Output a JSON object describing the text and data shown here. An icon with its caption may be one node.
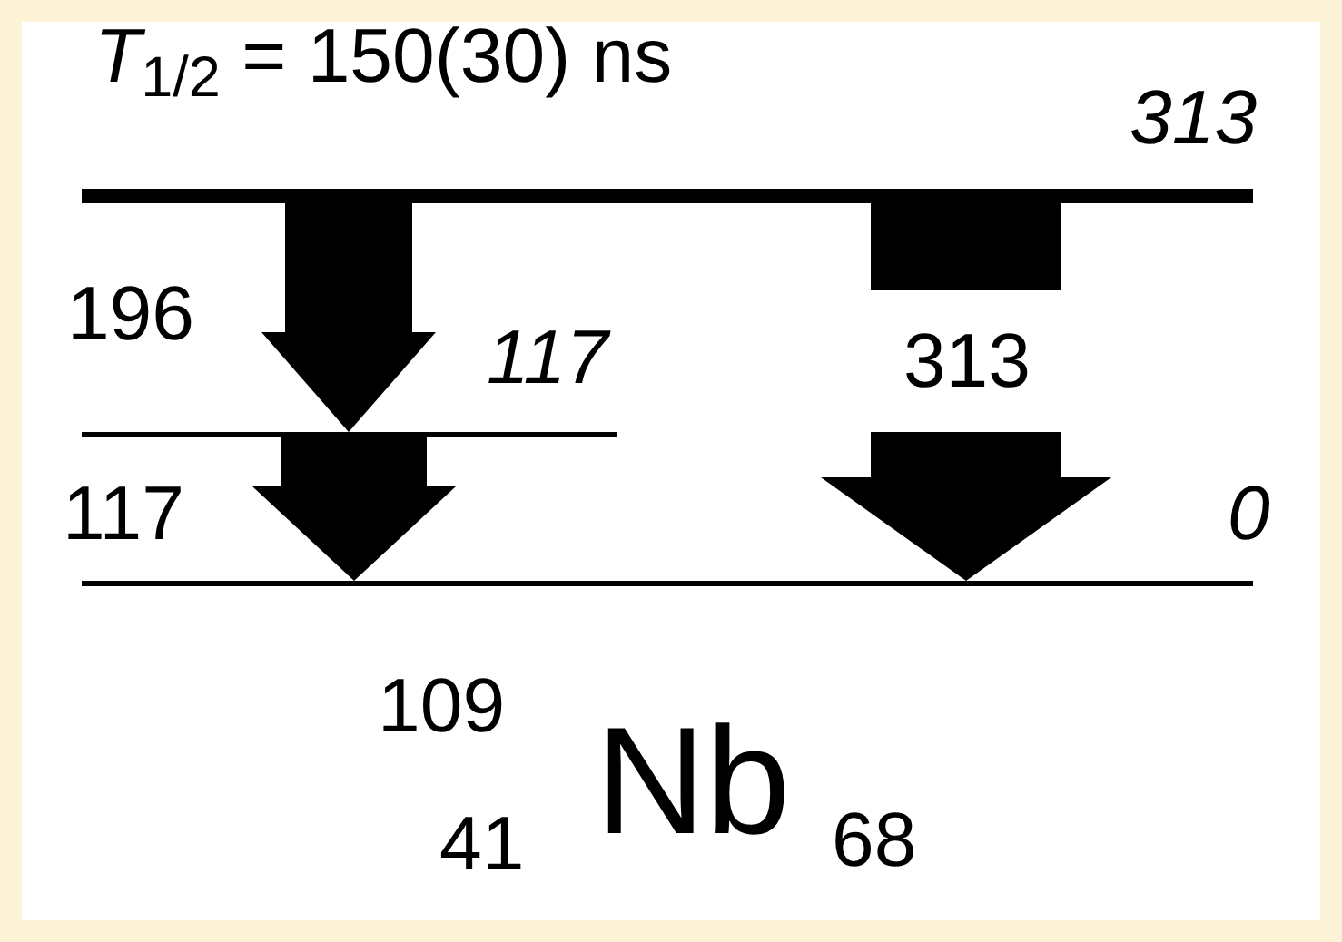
{
  "diagram": {
    "nodes": [
      {
        "text": [],
        "shape": "bar",
        "beside": [
          "313"
        ]
      },
      {
        "text": [],
        "shape": "bar",
        "beside": [
          "117"
        ]
      },
      {
        "text": [],
        "shape": "bar",
        "beside": [
          "0"
        ]
      }
    ],
    "edges": [
      {
        "from": 0,
        "to": 1,
        "arrow": "to",
        "label": "196"
      },
      {
        "from": 1,
        "to": 2,
        "arrow": "to",
        "label": "117"
      },
      {
        "from": 0,
        "to": 2,
        "arrow": "to",
        "label": "313"
      }
    ],
    "labels": [
      "*T*$_{1/2}$ = 150(30) ns",
      "109",
      "Nb",
      "41",
      "68"
    ]
  }
}
